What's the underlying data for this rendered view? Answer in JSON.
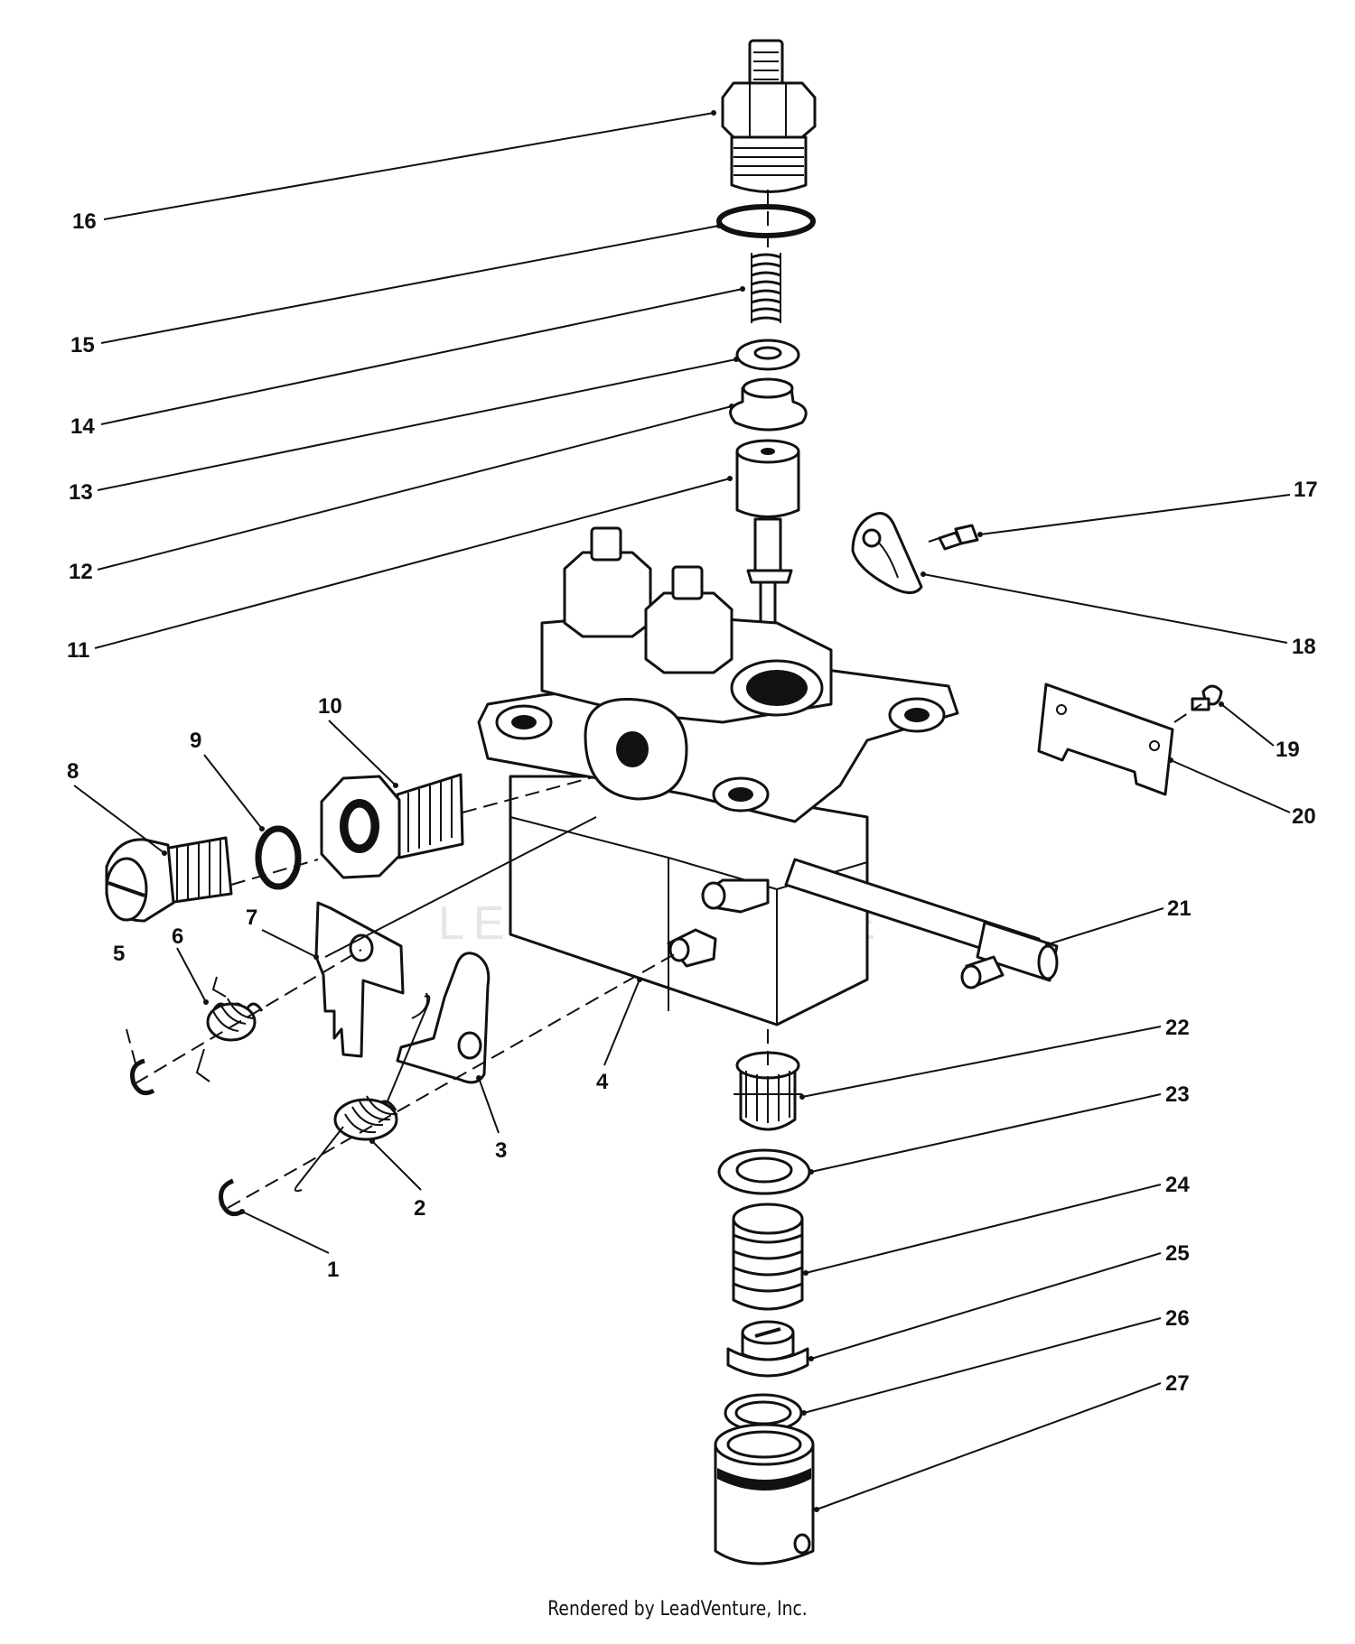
{
  "watermark": "LEADVENTURE",
  "footer": "Rendered by LeadVenture, Inc.",
  "callouts": [
    {
      "id": "1",
      "label": "1"
    },
    {
      "id": "2",
      "label": "2"
    },
    {
      "id": "3",
      "label": "3"
    },
    {
      "id": "4",
      "label": "4"
    },
    {
      "id": "5",
      "label": "5"
    },
    {
      "id": "6",
      "label": "6"
    },
    {
      "id": "7",
      "label": "7"
    },
    {
      "id": "8",
      "label": "8"
    },
    {
      "id": "9",
      "label": "9"
    },
    {
      "id": "10",
      "label": "10"
    },
    {
      "id": "11",
      "label": "11"
    },
    {
      "id": "12",
      "label": "12"
    },
    {
      "id": "13",
      "label": "13"
    },
    {
      "id": "14",
      "label": "14"
    },
    {
      "id": "15",
      "label": "15"
    },
    {
      "id": "16",
      "label": "16"
    },
    {
      "id": "17",
      "label": "17"
    },
    {
      "id": "18",
      "label": "18"
    },
    {
      "id": "19",
      "label": "19"
    },
    {
      "id": "20",
      "label": "20"
    },
    {
      "id": "21",
      "label": "21"
    },
    {
      "id": "22",
      "label": "22"
    },
    {
      "id": "23",
      "label": "23"
    },
    {
      "id": "24",
      "label": "24"
    },
    {
      "id": "25",
      "label": "25"
    },
    {
      "id": "26",
      "label": "26"
    },
    {
      "id": "27",
      "label": "27"
    }
  ]
}
